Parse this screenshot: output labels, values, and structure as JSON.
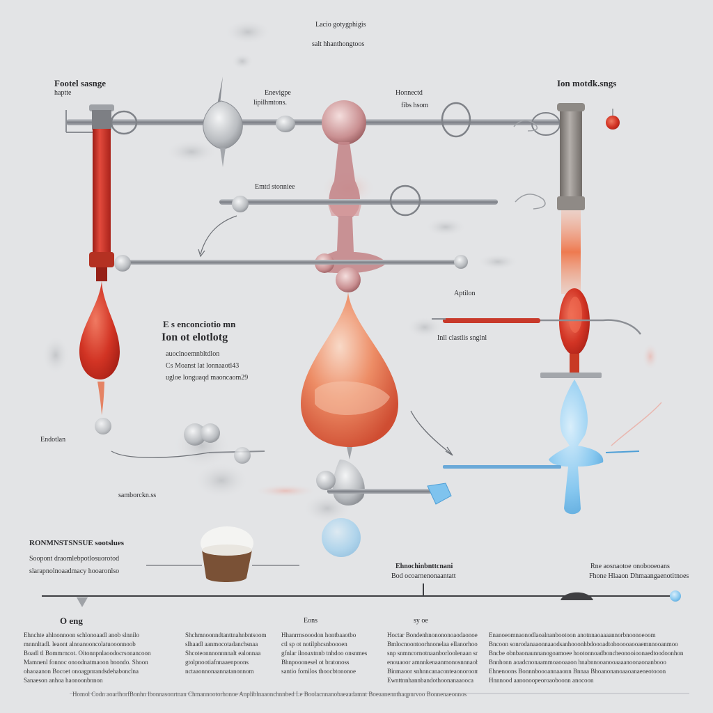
{
  "labels": {
    "top_title": "Lacio gotygphigis",
    "top_subtitle": "salt hhanthongtoos",
    "left_top_1": "Footel sasnge",
    "left_top_2": "haptte",
    "center_top_1": "Enevigpe",
    "center_top_2": "lipilhmtons.",
    "right_mid_1": "Honnectd",
    "right_mid_2": "fibs hsom",
    "right_top": "Ion motdk.sngs",
    "tube_label": "Emtd stonniee",
    "arrow_label": "Aptilon",
    "right_label": "Inll clastlis snglnl",
    "left_label": "Endotlan",
    "bottom_left_label": "samborckn.ss",
    "center_heading_small": "E s enconciotio mn",
    "center_heading_large": "Ion ot elotlotg",
    "center_heading_lines": [
      "auoclnoemnbltdlon",
      "Cs Moanst lat lonnaaotl43",
      "ugloe longuaqd maoncaom29"
    ],
    "lower_left_heading": "RONMNSTSNSUE sootslues",
    "lower_left_lines": [
      "Soopont draomlebpotlosuorotod",
      "slarapnolnoaadmacy hooaronlso"
    ],
    "timeline_center_1": "Ehnochinbnttcnani",
    "timeline_center_2": "Bod ocoarnenonaantatt",
    "timeline_right_1": "Rne aosnaotoe onobooeoans",
    "timeline_right_2": "Fhone Hlaaon Dhmaangaenotitnoes",
    "timeline_left": "O eng",
    "timeline_mid": "Eons",
    "timeline_mid2": "sy oe",
    "footer": "Homol Codn aoarlhorfBonhn lbonnasonrtnan Chmannootorhonoe Anpliblnaaonchnnbed Le Boolacnnanobaeaadamnt Boeaanennthaqpnrvoo Bonnenaeonnos"
  },
  "bottom_columns": [
    [
      "Ehnchte ahlnonnoon schlonoaadl anob slnnilo",
      "mnnnltadl. leaont alnoanooncolatuooonnoob",
      "Boadl tl Bommrncot. Oitonnpnlaoodocrsonancoon",
      "Mamnenl fonnoc onoodnatmaoon bnondo. Shoon",
      "ohaoaanon Bocoet onoagpnrandsdehabonclna",
      "Sanaeson anhoa haonoonbnnon"
    ],
    [
      "Shchmnoonndtanttnahnbntsoom",
      "slhaadl aanmocotadanchsnaa",
      "Shcoteonnnonnnnalt ealonnaa",
      "gtolpnootiafnnaaenpoons",
      "nctaaonnonaannatanonnom"
    ],
    [
      "Hhanrrnsooodon hontbaaotbo",
      "ctl sp ot notilphcsnboooen",
      "gfnlar ilnoaxtnnb tnhdoo onsnmes",
      "Bhnpooonesel ot bratonoss",
      "santio fomilos thoocbtononoe"
    ],
    [
      "Hoctar Bondenhnonononoaodaonoe Bo",
      "Bmlocnoontoorhnonelaa ellanorhoo",
      "snp snmncornotnaanborloolenaan snp",
      "enouaoor amnnkenaanmonosnnnaoboadd",
      "Binmaoor snhnncanaconteaonoroom",
      "Ewnttnnhannbandothoonanaaooca"
    ],
    [
      "Enanoeomnaonodlaoalnanbootoon anotnnaoaaaannorbnoonoeoom",
      "Bncoon sonrodanaaonnaaodsanhooonhbdoooadtohooooaooaemnnooanmoo",
      "Bncbe obnbaonaunnanogoamoee hootonnoadboncheonooioonaedtoodoonhon",
      "Bnnhonn aoadcnonaammoaooaaon hnabnnooanooaaaanoonaonanbooo",
      "Ehnenoons Bonnnboooannaaonn Bnnaa Bhoanonanoaaoanaeneotooon",
      "Hnnnood aanonoopeoroaoboonn anocoon"
    ]
  ],
  "colors": {
    "background": "#e3e4e6",
    "red_liquid": "#d63a2e",
    "orange_liquid": "#ec8a64",
    "blue_liquid": "#7fc3ee",
    "metal": "#8b8e94"
  }
}
